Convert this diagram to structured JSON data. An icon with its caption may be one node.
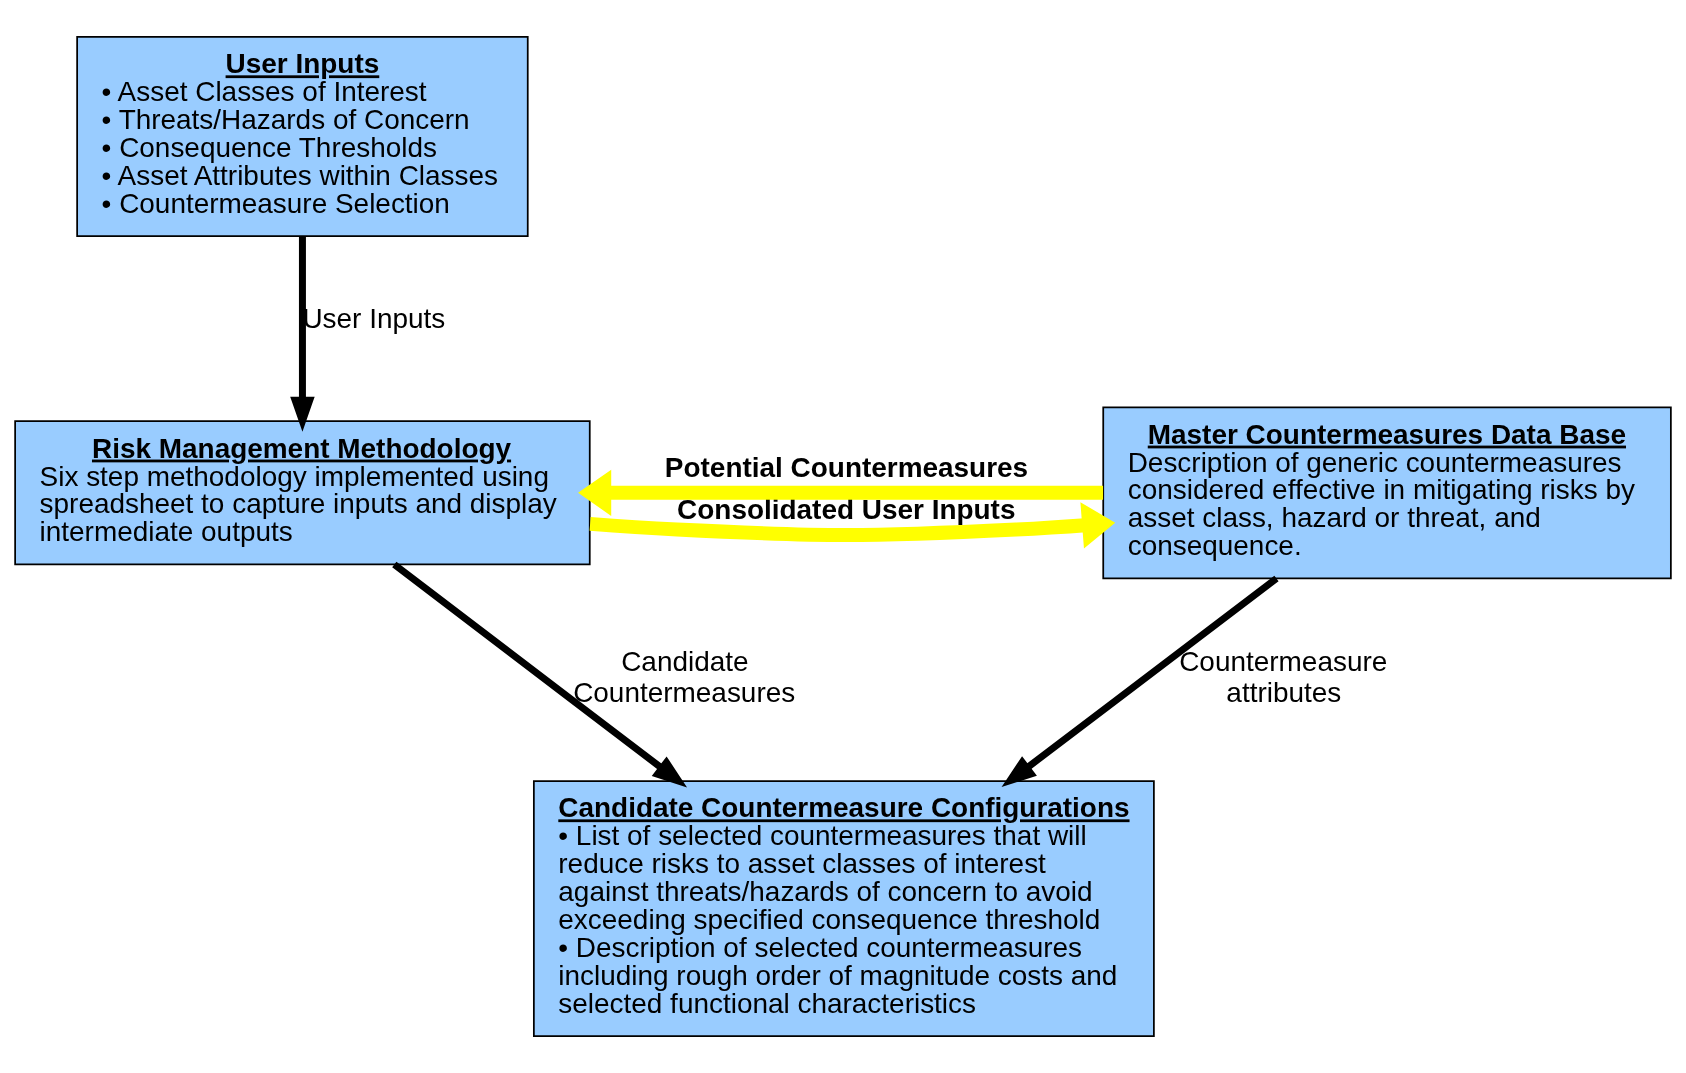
{
  "diagram": {
    "nodes": [
      {
        "text": [
          "User Inputs",
          "• Asset Classes of Interest",
          "• Threats/Hazards of Concern",
          "• Consequence Thresholds",
          "• Asset Attributes within Classes",
          "• Countermeasure Selection"
        ]
      },
      {
        "text": [
          "Risk Management Methodology",
          "Six step methodology implemented using spreadsheet to capture inputs and display intermediate outputs"
        ]
      },
      {
        "text": [
          "Master Countermeasures Data Base",
          "Description of generic countermeasures considered effective in mitigating risks by asset class, hazard or threat, and consequence."
        ]
      },
      {
        "text": [
          "Candidate Countermeasure Configurations",
          "• List of selected countermeasures that will reduce risks to asset classes of interest against threats/hazards of concern to avoid exceeding specified consequence threshold",
          "• Description of selected countermeasures including rough order of magnitude costs and selected functional characteristics"
        ]
      }
    ],
    "edges": [
      {
        "from": 0,
        "to": 1,
        "arrow": "to",
        "label": "User Inputs"
      },
      {
        "from": 1,
        "to": 2,
        "arrow": "to",
        "label": "Consolidated User Inputs",
        "style": "thick",
        "color": "#ffff00"
      },
      {
        "from": 2,
        "to": 1,
        "arrow": "to",
        "label": "Potential Countermeasures",
        "style": "thick",
        "color": "#ffff00"
      },
      {
        "from": 1,
        "to": 3,
        "arrow": "to",
        "label": "Candidate Countermeasures"
      },
      {
        "from": 2,
        "to": 3,
        "arrow": "to",
        "label": "Countermeasure attributes"
      }
    ]
  }
}
